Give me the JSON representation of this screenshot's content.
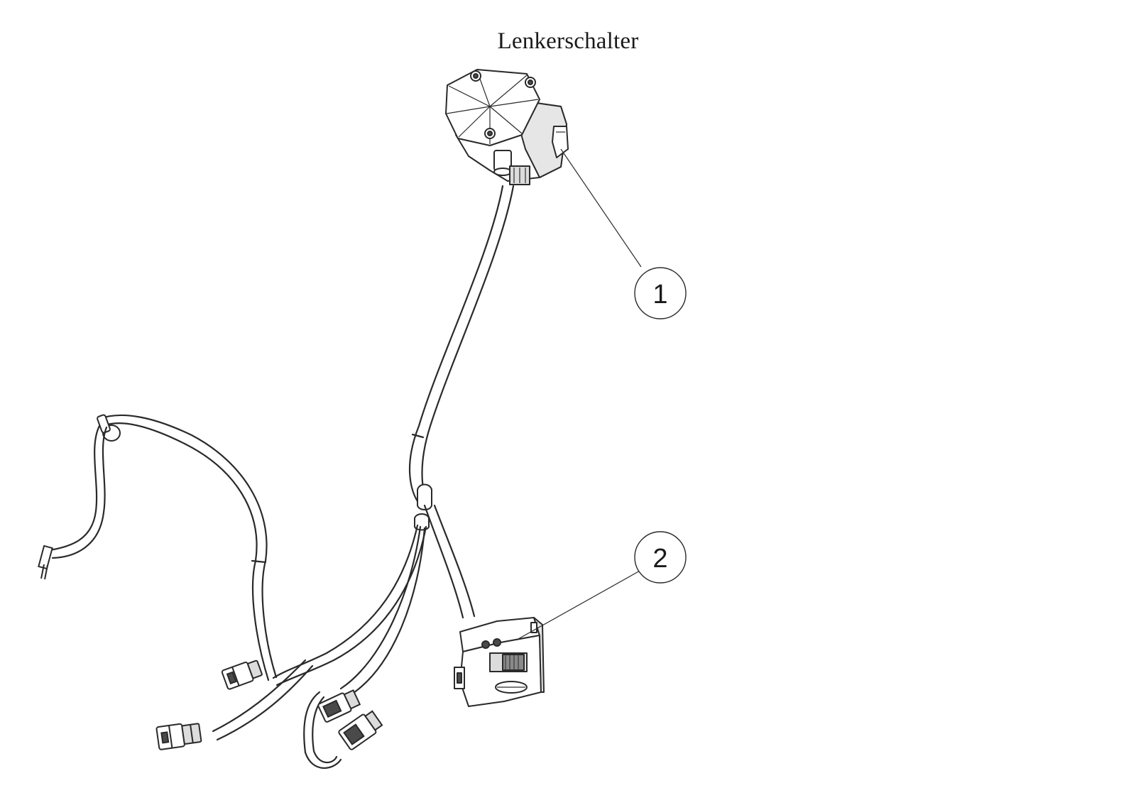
{
  "page": {
    "title": "Lenkerschalter"
  },
  "callouts": [
    {
      "number": "1",
      "part": "left-handlebar-switch"
    },
    {
      "number": "2",
      "part": "right-handlebar-switch"
    }
  ],
  "colors": {
    "line": "#2a2a2a",
    "fill": "#ffffff",
    "shade": "#d9d9d9",
    "dark": "#4a4a4a"
  }
}
